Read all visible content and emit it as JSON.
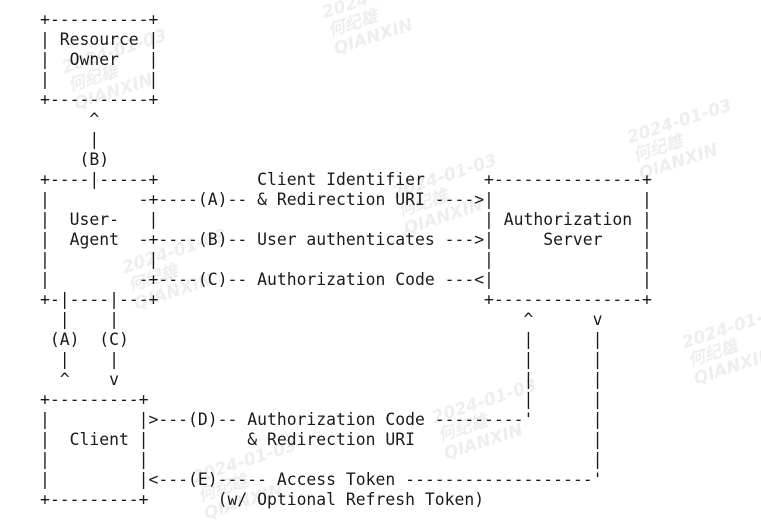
{
  "diagram": {
    "lines": [
      "+----------+",
      "| Resource |",
      "|  Owner   |",
      "|          |",
      "+----------+",
      "     ^",
      "     |",
      "    (B)",
      "+----|-----+          Client Identifier      +---------------+",
      "|         -+----(A)-- & Redirection URI ---->|               |",
      "|  User-   |                                 | Authorization |",
      "|  Agent  -+----(B)-- User authenticates --->|     Server    |",
      "|          |                                 |               |",
      "|         -+----(C)-- Authorization Code ---<|               |",
      "+-|----|---+                                 +---------------+",
      "  |    |                                         ^      v",
      " (A)  (C)                                        |      |",
      "  |    |                                         |      |",
      "  ^    v                                         |      |",
      "+---------+                                      |      |",
      "|         |>---(D)-- Authorization Code ---------'      |",
      "|  Client |          & Redirection URI                  |",
      "|         |                                             |",
      "|         |<---(E)----- Access Token -------------------'",
      "+---------+       (w/ Optional Refresh Token)"
    ],
    "watermark": {
      "date": "2024-01-03",
      "name": "何纪雄",
      "org": "QIANXIN"
    }
  }
}
